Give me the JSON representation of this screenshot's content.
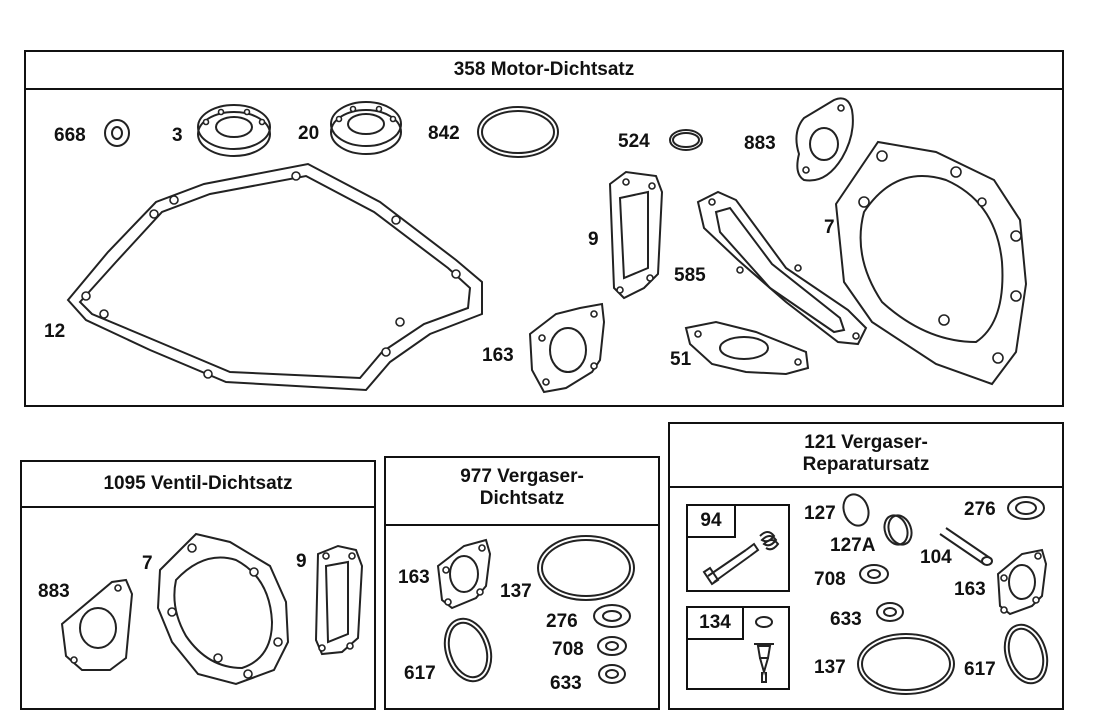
{
  "kits": {
    "motor": {
      "title": "358 Motor-Dichtsatz",
      "labels": [
        "668",
        "3",
        "20",
        "842",
        "524",
        "883",
        "9",
        "7",
        "585",
        "12",
        "163",
        "51"
      ]
    },
    "valve": {
      "title": "1095  Ventil-Dichtsatz",
      "labels": [
        "883",
        "7",
        "9"
      ]
    },
    "carb": {
      "title_line1": "977   Vergaser-",
      "title_line2": "Dichtsatz",
      "labels": [
        "163",
        "137",
        "276",
        "708",
        "633",
        "617"
      ]
    },
    "carb_repair": {
      "title_line1": "121      Vergaser-",
      "title_line2": "Reparatursatz",
      "sub_94": "94",
      "sub_134": "134",
      "labels": [
        "127",
        "127A",
        "276",
        "104",
        "708",
        "163",
        "633",
        "137",
        "617"
      ]
    }
  }
}
